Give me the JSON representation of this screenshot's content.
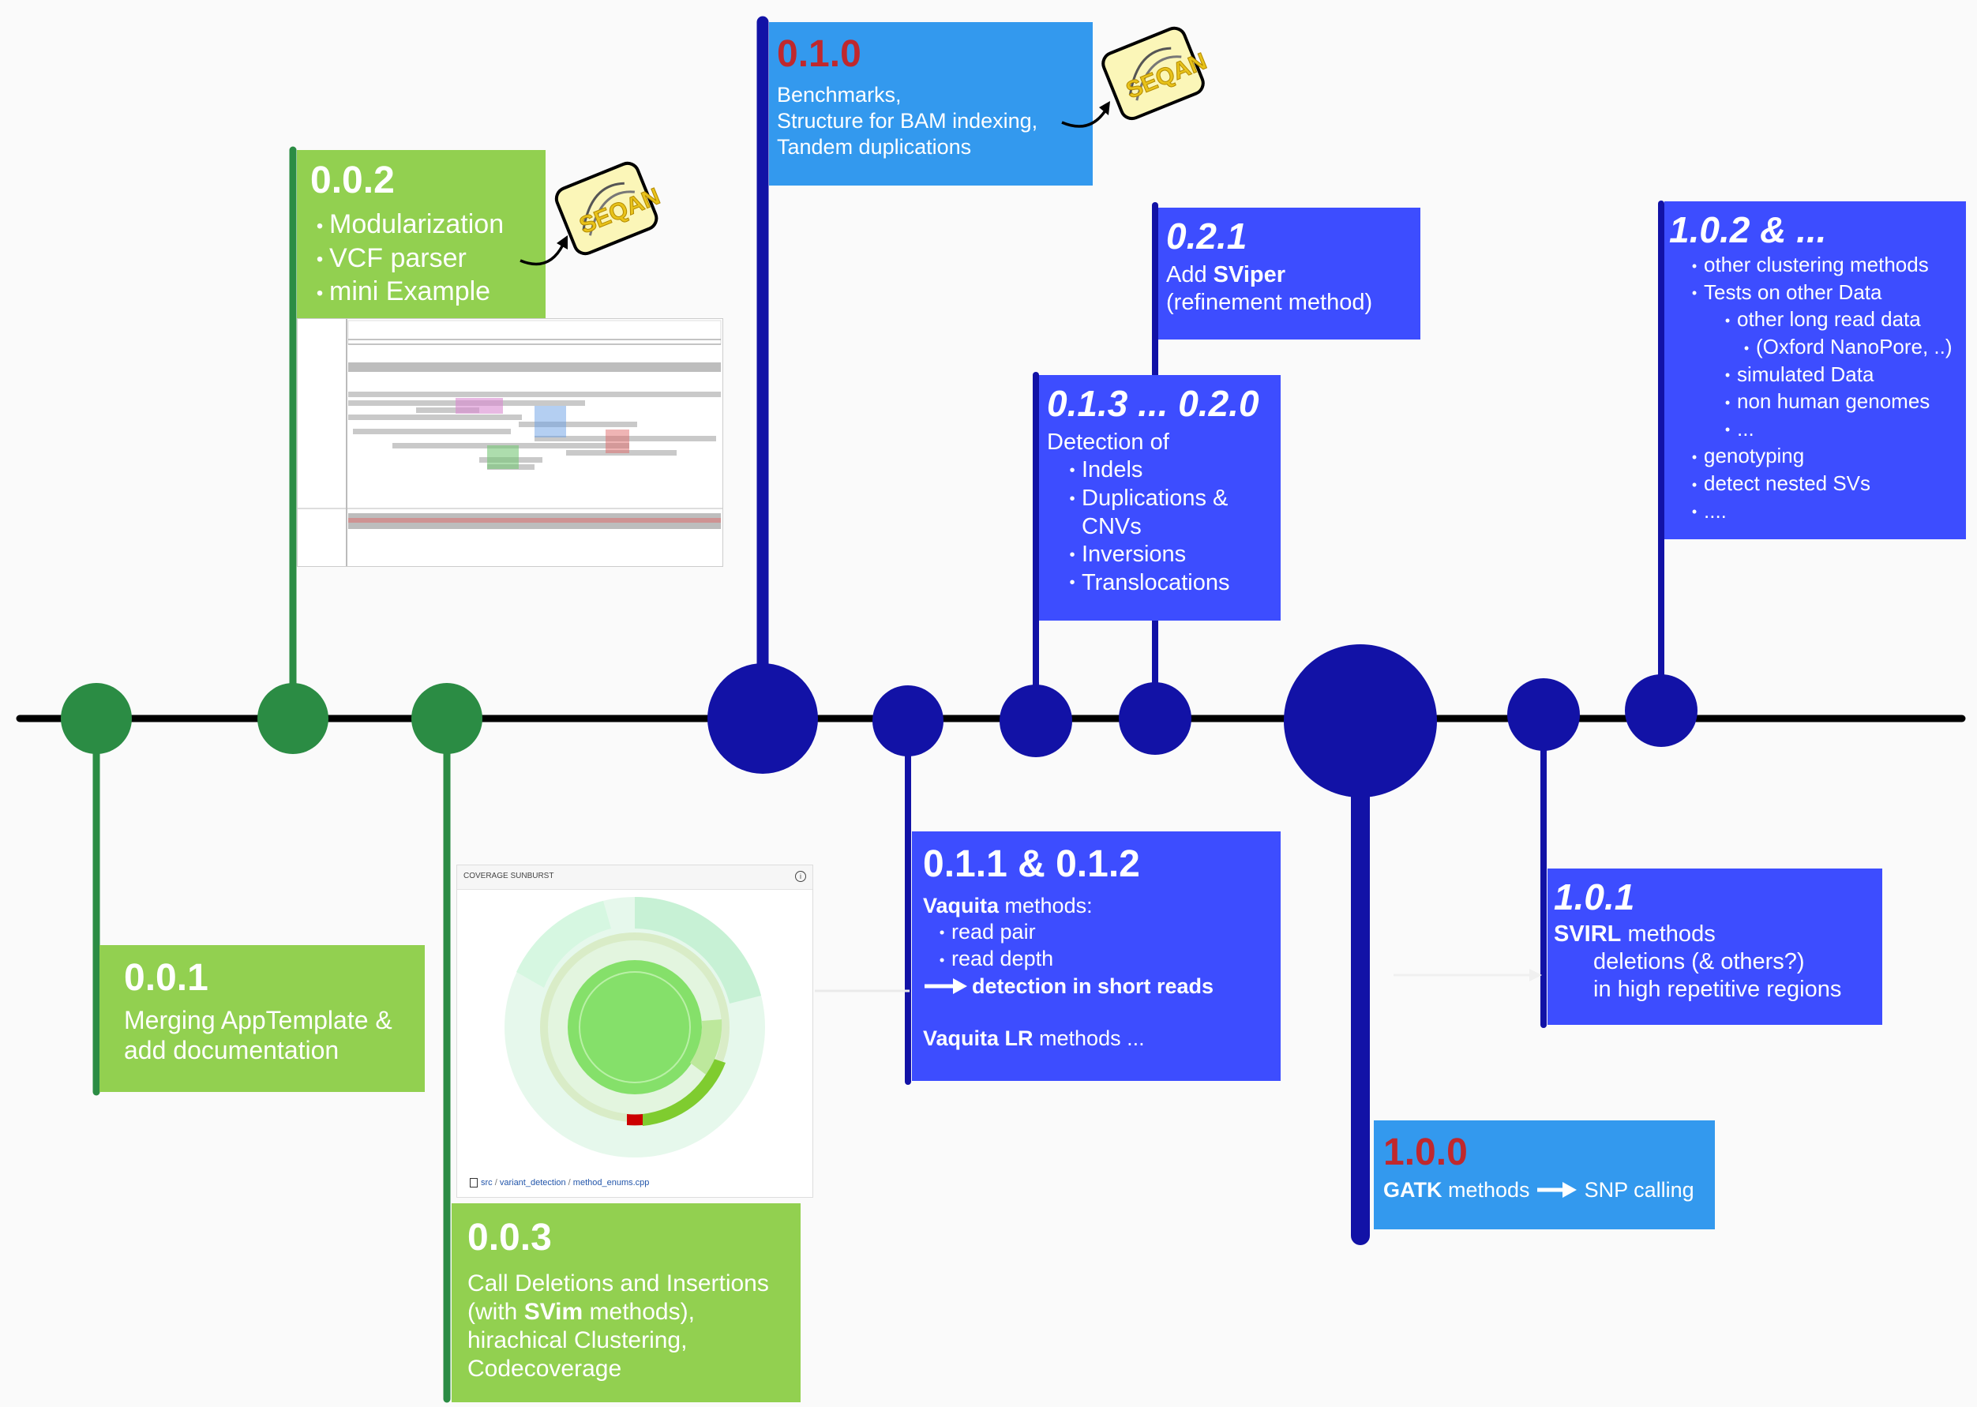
{
  "colors": {
    "green_box": "#92d050",
    "green_marker": "#2b8c44",
    "light_blue_box": "#3399ee",
    "dark_blue_box": "#3d4dff",
    "blue_marker": "#1212a6",
    "axis": "#000000",
    "version_red": "#c0282d"
  },
  "icons": {
    "seqan_logo": "seqan-logo",
    "arrow": "curved-arrow-icon"
  },
  "milestones": {
    "v001": {
      "version": "0.0.1",
      "lines": [
        "Merging AppTemplate &",
        "add documentation"
      ]
    },
    "v002": {
      "version": "0.0.2",
      "items": [
        "Modularization",
        "VCF parser",
        "mini Example"
      ],
      "logo_text": "SEQAN"
    },
    "v003": {
      "version": "0.0.3",
      "line1": "Call Deletions and Insertions",
      "line2_prefix": "(with ",
      "line2_bold": "SVim",
      "line2_suffix": " methods),",
      "line3": "hirachical Clustering,",
      "line4": "Codecoverage"
    },
    "v010": {
      "version": "0.1.0",
      "lines": [
        "Benchmarks,",
        "Structure for BAM indexing,",
        "Tandem duplications"
      ],
      "logo_text": "SEQAN"
    },
    "v011": {
      "version": "0.1.1 & 0.1.2",
      "vaquita_bold": "Vaquita",
      "vaquita_suffix": " methods:",
      "items": [
        "read pair",
        "read depth"
      ],
      "arrow_text": "detection in short reads",
      "lr_bold": "Vaquita LR",
      "lr_suffix": " methods ..."
    },
    "v013": {
      "version": "0.1.3 ... 0.2.0",
      "heading": "Detection of",
      "items": [
        "Indels",
        "Duplications &",
        "CNVs",
        "Inversions",
        "Translocations"
      ]
    },
    "v021": {
      "version": "0.2.1",
      "add_prefix": "Add ",
      "add_bold": "SViper",
      "line2": "(refinement method)"
    },
    "v100": {
      "version": "1.0.0",
      "gatk_bold": "GATK",
      "gatk_suffix": " methods",
      "target": "SNP calling"
    },
    "v101": {
      "version": "1.0.1",
      "svirl_bold": "SVIRL",
      "svirl_suffix": " methods",
      "line2": "deletions (& others?)",
      "line3": "in high repetitive regions"
    },
    "v102": {
      "version": "1.0.2 & ...",
      "items": [
        "other clustering methods",
        "Tests on other Data"
      ],
      "sub_items": [
        "other long read data",
        "(Oxford NanoPore, ..)",
        "simulated Data",
        "non human genomes",
        "..."
      ],
      "items2": [
        "genotyping",
        "detect nested SVs",
        "...."
      ]
    }
  },
  "coverage_panel": {
    "title": "COVERAGE SUNBURST",
    "path_src": "src",
    "path_dir": "variant_detection",
    "path_file": "method_enums.cpp",
    "sep": " / "
  }
}
